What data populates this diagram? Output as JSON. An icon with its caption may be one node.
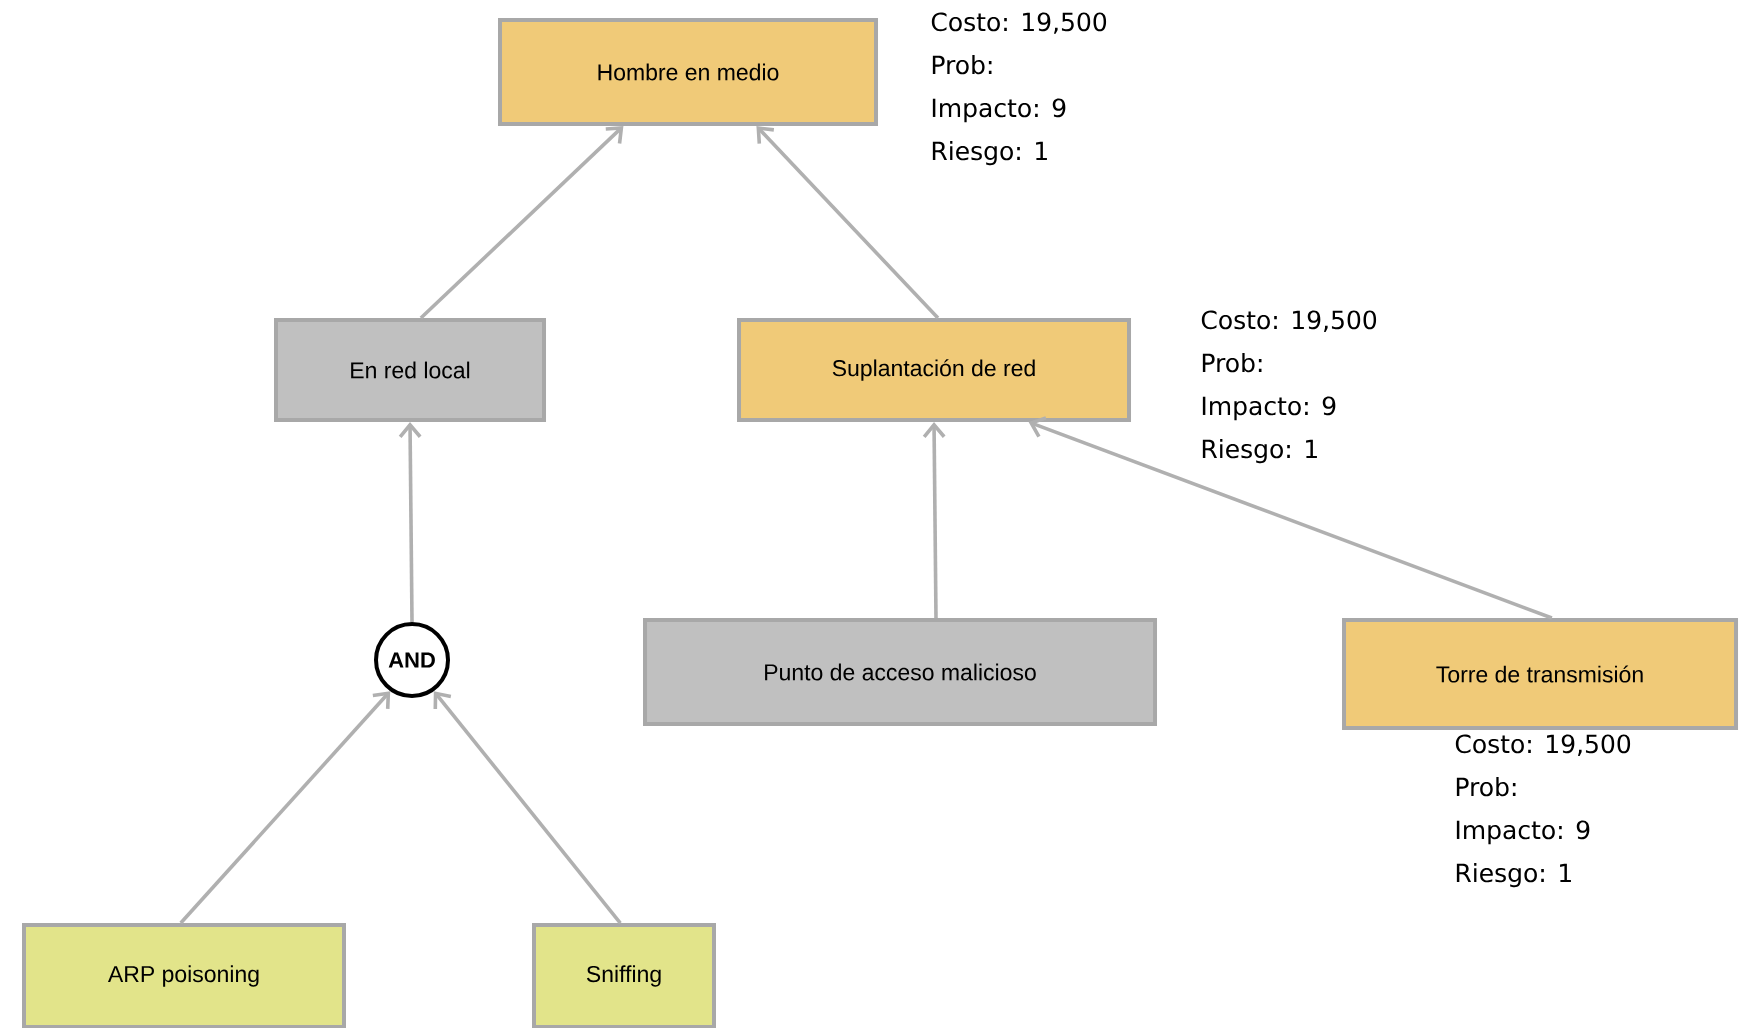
{
  "diagram": {
    "nodes": [
      {
        "text": [
          "Hombre en medio"
        ],
        "beside": [
          "Costo: 19,500",
          "Prob:",
          "Impacto: 9",
          "Riesgo: 1"
        ]
      },
      {
        "text": [
          "En red local"
        ]
      },
      {
        "text": [
          "Suplantación de red"
        ],
        "beside": [
          "Costo: 19,500",
          "Prob:",
          "Impacto: 9",
          "Riesgo: 1"
        ]
      },
      {
        "text": [
          "AND"
        ]
      },
      {
        "text": [
          "Punto de acceso malicioso"
        ]
      },
      {
        "text": [
          "Torre de transmisión"
        ],
        "beside": [
          "Costo: 19,500",
          "Prob:",
          "Impacto: 9",
          "Riesgo: 1"
        ]
      },
      {
        "text": [
          "ARP poisoning"
        ]
      },
      {
        "text": [
          "Sniffing"
        ]
      }
    ],
    "edges": [
      {
        "from": 1,
        "to": 0,
        "arrow": "to"
      },
      {
        "from": 2,
        "to": 0,
        "arrow": "to"
      },
      {
        "from": 3,
        "to": 1,
        "arrow": "to"
      },
      {
        "from": 4,
        "to": 2,
        "arrow": "to"
      },
      {
        "from": 5,
        "to": 2,
        "arrow": "to"
      },
      {
        "from": 6,
        "to": 3,
        "arrow": "to"
      },
      {
        "from": 7,
        "to": 3,
        "arrow": "to"
      }
    ]
  }
}
